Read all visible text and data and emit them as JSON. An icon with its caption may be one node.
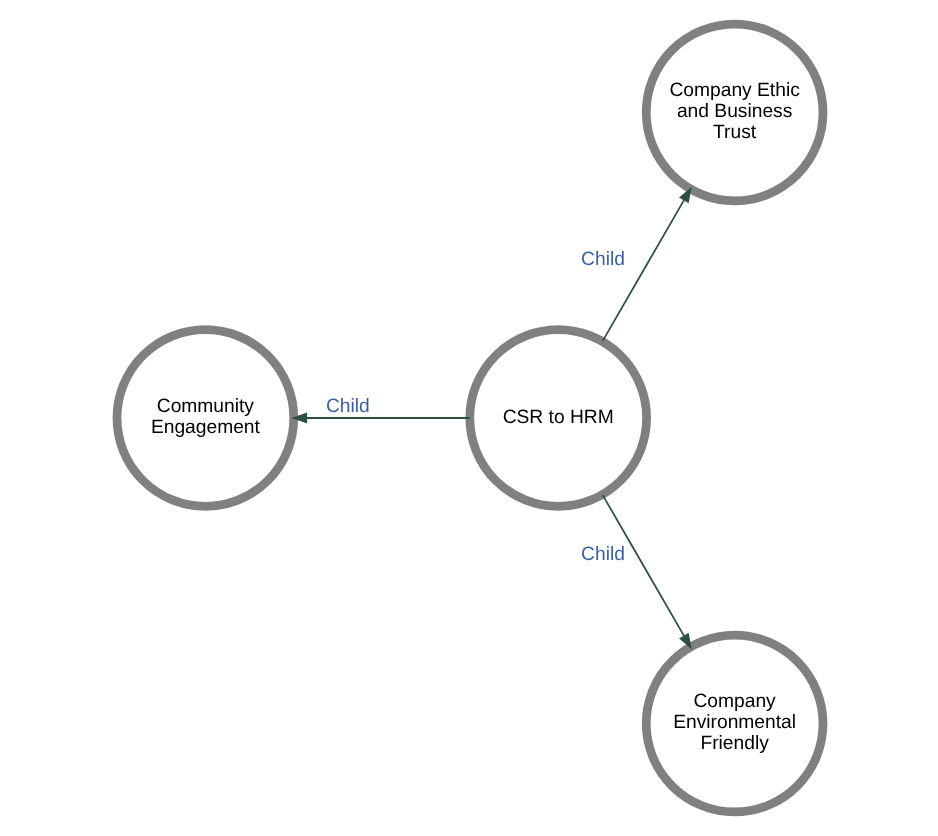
{
  "diagram": {
    "nodes": [
      {
        "text": [
          "Company Ethic and Business Trust"
        ]
      },
      {
        "text": [
          "Community Engagement"
        ]
      },
      {
        "text": [
          "CSR to HRM"
        ]
      },
      {
        "text": [
          "Company Environmental Friendly"
        ]
      }
    ],
    "edges": [
      {
        "from": 2,
        "to": 0,
        "arrow": "to",
        "label": "Child"
      },
      {
        "from": 2,
        "to": 1,
        "arrow": "to",
        "label": "Child"
      },
      {
        "from": 2,
        "to": 3,
        "arrow": "to",
        "label": "Child"
      }
    ]
  }
}
